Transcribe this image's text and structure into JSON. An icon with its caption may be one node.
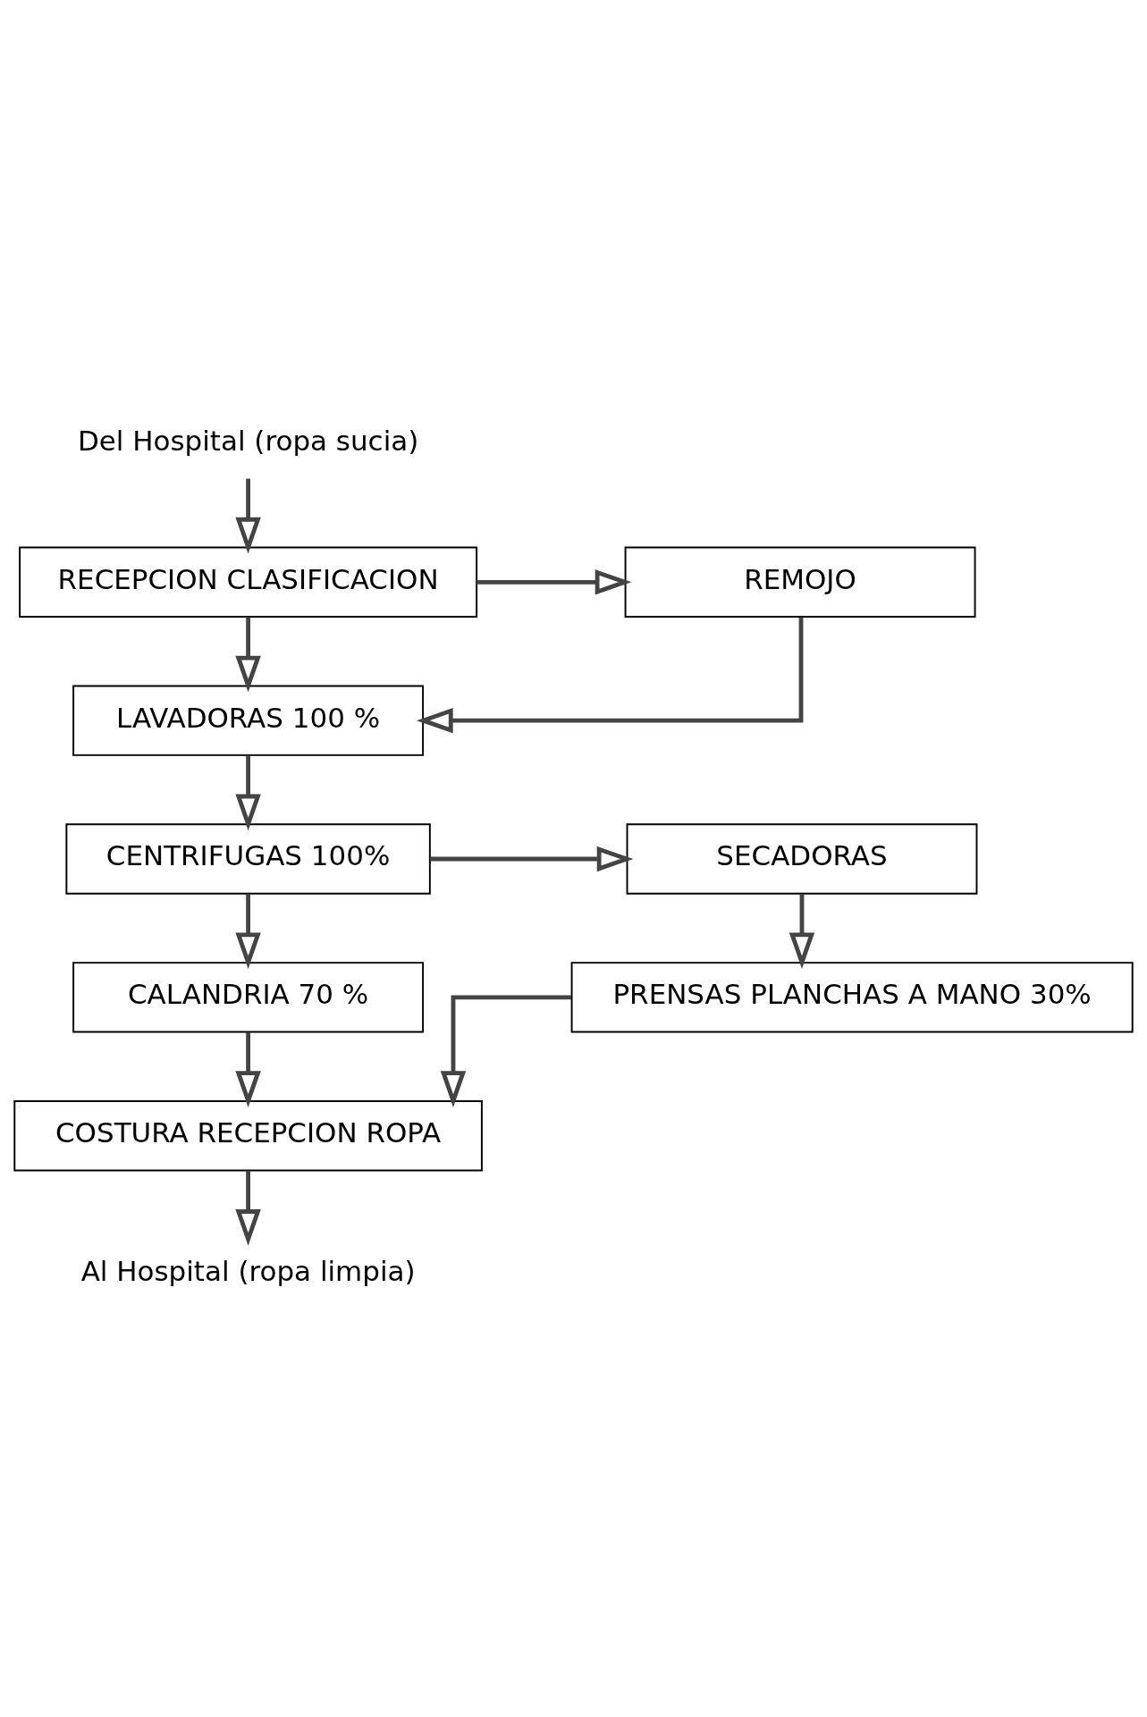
{
  "diagram": {
    "nodes": [
      {
        "text": [
          "Del Hospital (ropa sucia)"
        ]
      },
      {
        "text": [
          "RECEPCION CLASIFICACION"
        ]
      },
      {
        "text": [
          "REMOJO"
        ]
      },
      {
        "text": [
          "LAVADORAS 100 %"
        ]
      },
      {
        "text": [
          "CENTRIFUGAS 100%"
        ]
      },
      {
        "text": [
          "SECADORAS"
        ]
      },
      {
        "text": [
          "CALANDRIA 70 %"
        ]
      },
      {
        "text": [
          "PRENSAS PLANCHAS A MANO 30%"
        ]
      },
      {
        "text": [
          "COSTURA RECEPCION ROPA"
        ]
      },
      {
        "text": [
          "Al Hospital (ropa limpia)"
        ]
      }
    ],
    "edges": [
      {
        "from": 0,
        "to": 1,
        "arrow": "to"
      },
      {
        "from": 1,
        "to": 2,
        "arrow": "to"
      },
      {
        "from": 1,
        "to": 3,
        "arrow": "to"
      },
      {
        "from": 2,
        "to": 3,
        "arrow": "to"
      },
      {
        "from": 3,
        "to": 4,
        "arrow": "to"
      },
      {
        "from": 4,
        "to": 5,
        "arrow": "to"
      },
      {
        "from": 4,
        "to": 6,
        "arrow": "to"
      },
      {
        "from": 5,
        "to": 7,
        "arrow": "to"
      },
      {
        "from": 6,
        "to": 8,
        "arrow": "to"
      },
      {
        "from": 7,
        "to": 8,
        "arrow": "to"
      },
      {
        "from": 8,
        "to": 9,
        "arrow": "to"
      }
    ]
  }
}
